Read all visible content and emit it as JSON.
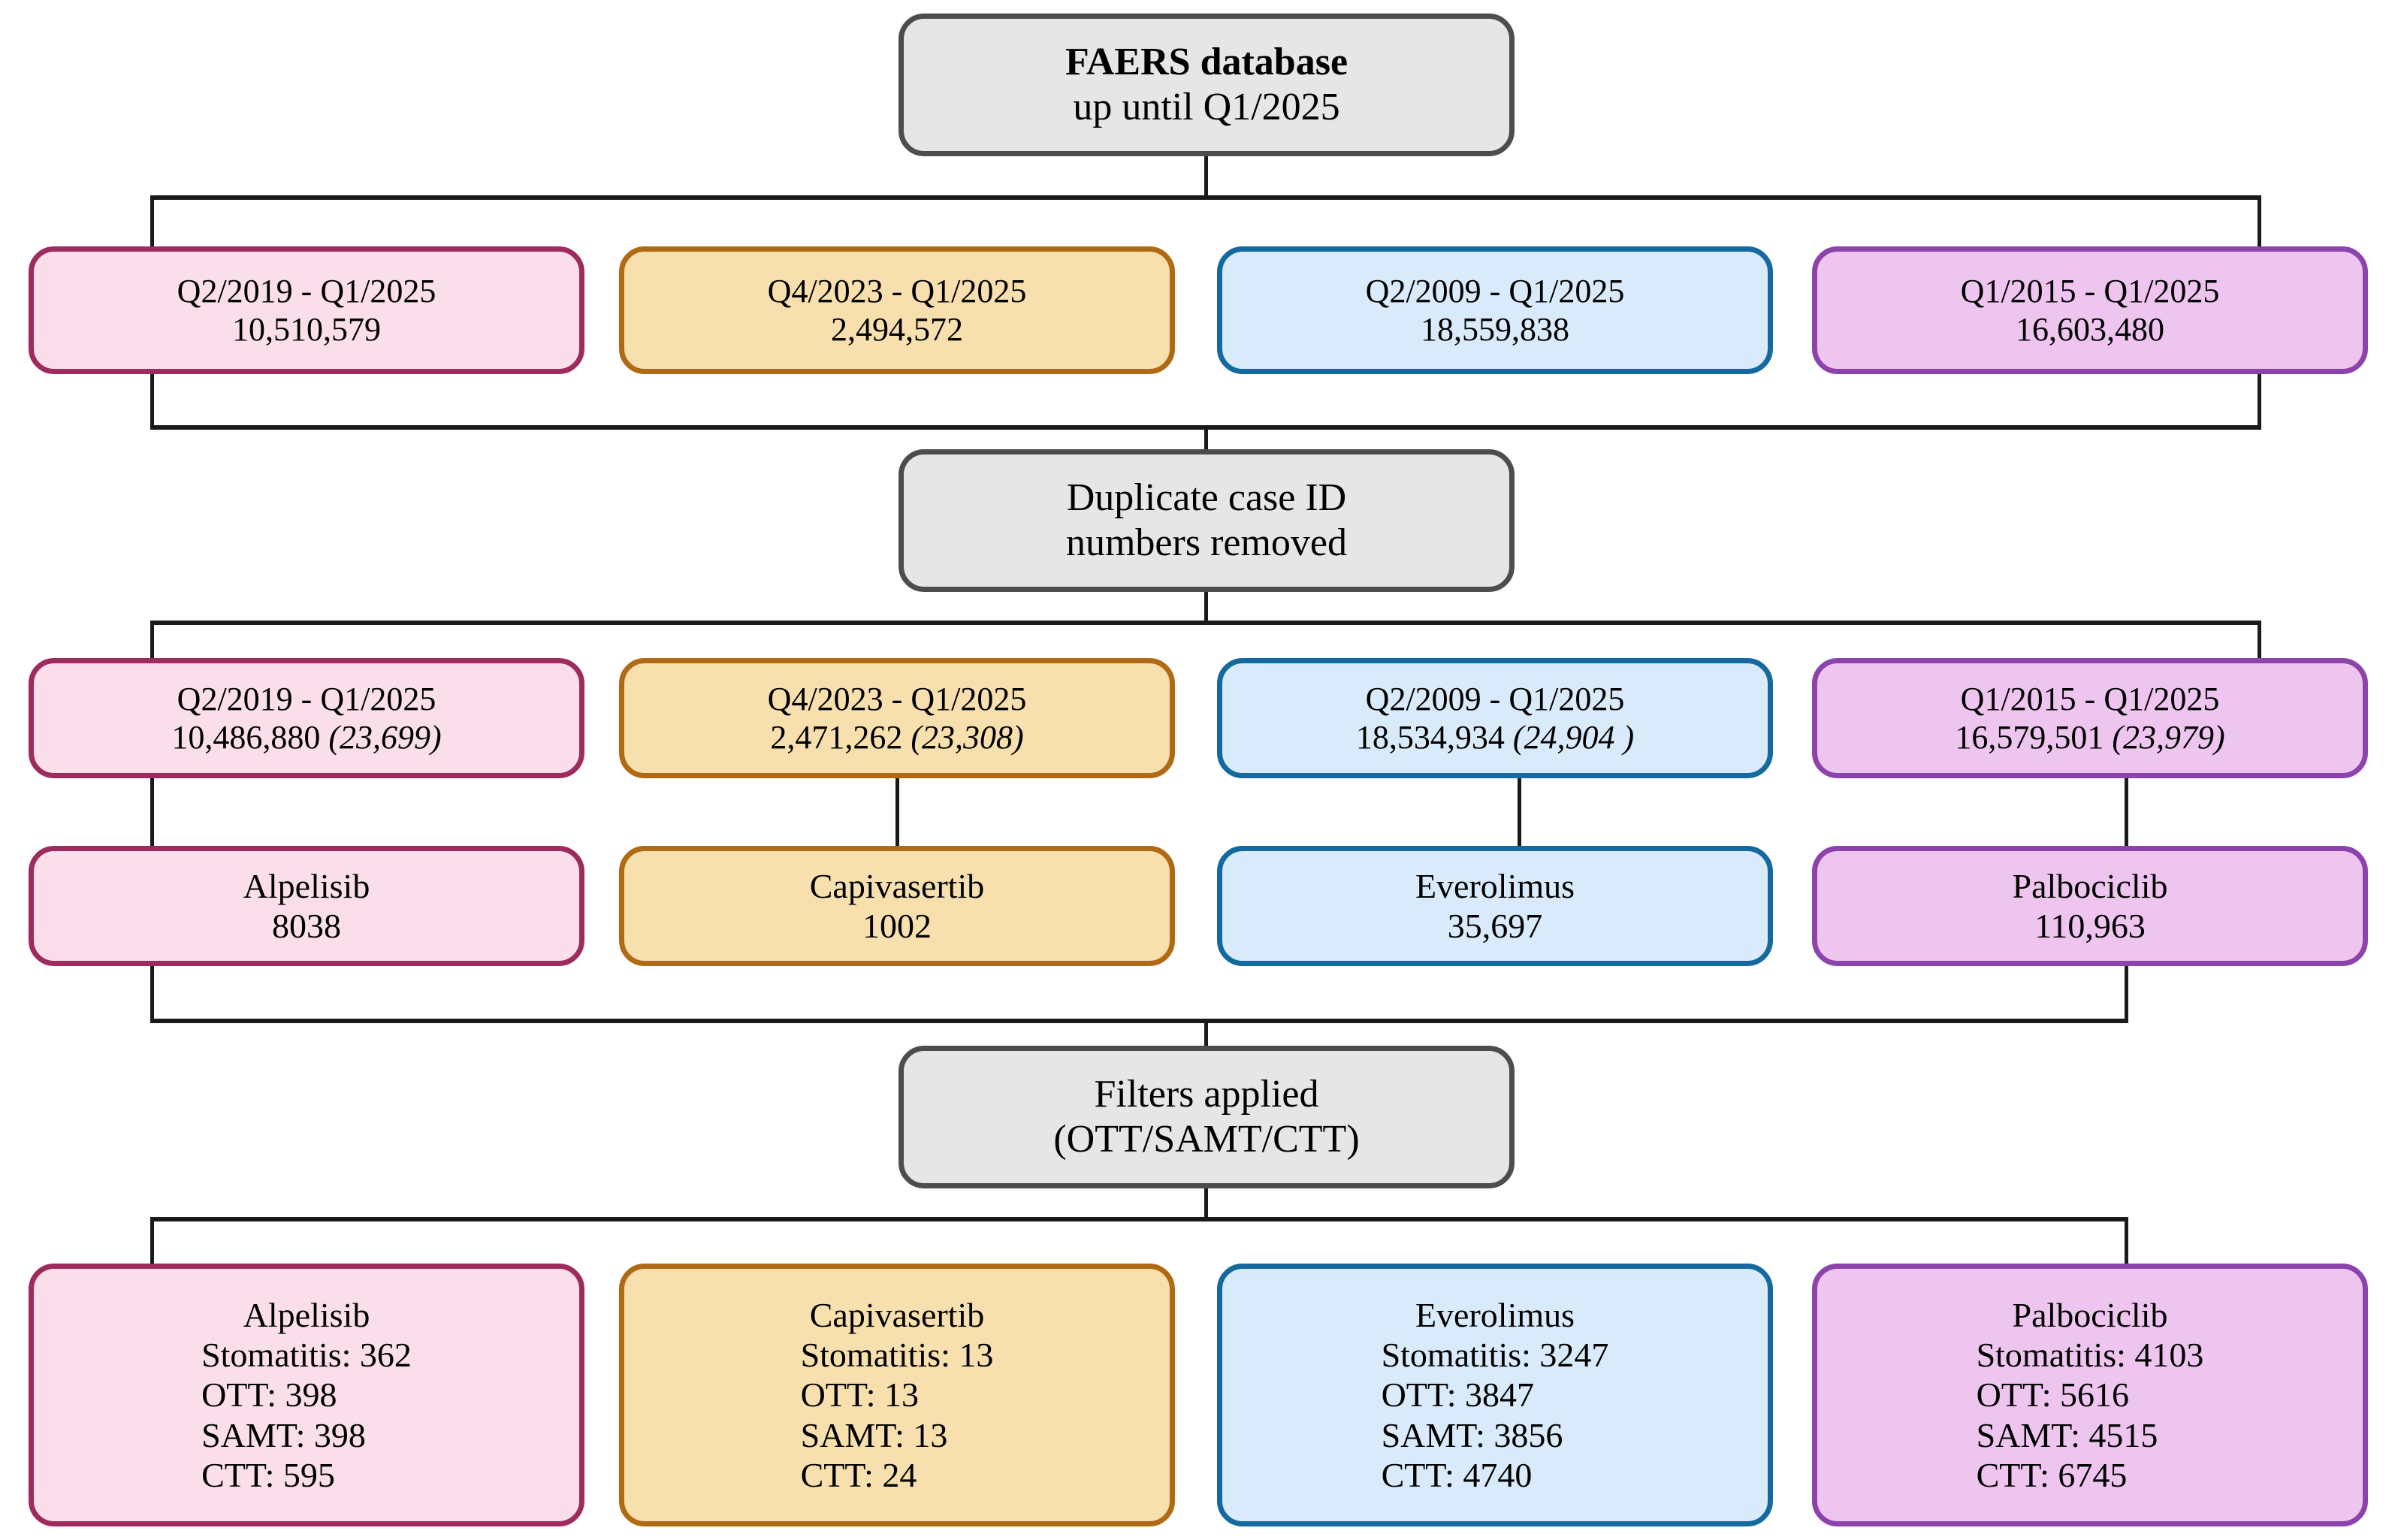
{
  "title_box": {
    "line1": "FAERS database",
    "line2": "up until Q1/2025"
  },
  "dedup_box": {
    "line1": "Duplicate case ID",
    "line2": "numbers removed"
  },
  "filters_box": {
    "line1": "Filters applied",
    "line2": "(OTT/SAMT/CTT)"
  },
  "colors": {
    "pink_fill": "#fadfeb",
    "pink_border": "#9e2b5e",
    "gold_fill": "#f7e0ae",
    "gold_border": "#b06a14",
    "blue_fill": "#d9ebfa",
    "blue_border": "#14699f",
    "purple_fill": "#eec5ef",
    "purple_border": "#8c43ab",
    "gray_fill": "#e6e6e6",
    "gray_border": "#4d4d4d",
    "connector": "#1a1a1a"
  },
  "row_raw": [
    {
      "period": "Q2/2019 - Q1/2025",
      "count": "10,510,579"
    },
    {
      "period": "Q4/2023 - Q1/2025",
      "count": "2,494,572"
    },
    {
      "period": "Q2/2009 - Q1/2025",
      "count": "18,559,838"
    },
    {
      "period": "Q1/2015 - Q1/2025",
      "count": "16,603,480"
    }
  ],
  "row_dedup": [
    {
      "period": "Q2/2019 - Q1/2025",
      "count": "10,486,880 ",
      "removed": "(23,699)"
    },
    {
      "period": "Q4/2023 - Q1/2025",
      "count": "2,471,262 ",
      "removed": "(23,308)"
    },
    {
      "period": "Q2/2009 - Q1/2025",
      "count": "18,534,934 ",
      "removed": "(24,904 )"
    },
    {
      "period": "Q1/2015 - Q1/2025",
      "count": "16,579,501 ",
      "removed": "(23,979)"
    }
  ],
  "row_drug": [
    {
      "name": "Alpelisib",
      "count": "8038"
    },
    {
      "name": "Capivasertib",
      "count": "1002"
    },
    {
      "name": "Everolimus",
      "count": "35,697"
    },
    {
      "name": "Palbociclib",
      "count": "110,963"
    }
  ],
  "row_detail": [
    {
      "name": "Alpelisib",
      "stomatitis": "Stomatitis: 362",
      "ott": "OTT: 398",
      "samt": "SAMT: 398",
      "ctt": "CTT: 595"
    },
    {
      "name": "Capivasertib",
      "stomatitis": "Stomatitis: 13",
      "ott": "OTT: 13",
      "samt": "SAMT: 13",
      "ctt": "CTT: 24"
    },
    {
      "name": "Everolimus",
      "stomatitis": "Stomatitis: 3247",
      "ott": "OTT: 3847",
      "samt": "SAMT: 3856",
      "ctt": "CTT: 4740"
    },
    {
      "name": "Palbociclib",
      "stomatitis": "Stomatitis: 4103",
      "ott": "OTT: 5616",
      "samt": "SAMT: 4515",
      "ctt": "CTT: 6745"
    }
  ]
}
